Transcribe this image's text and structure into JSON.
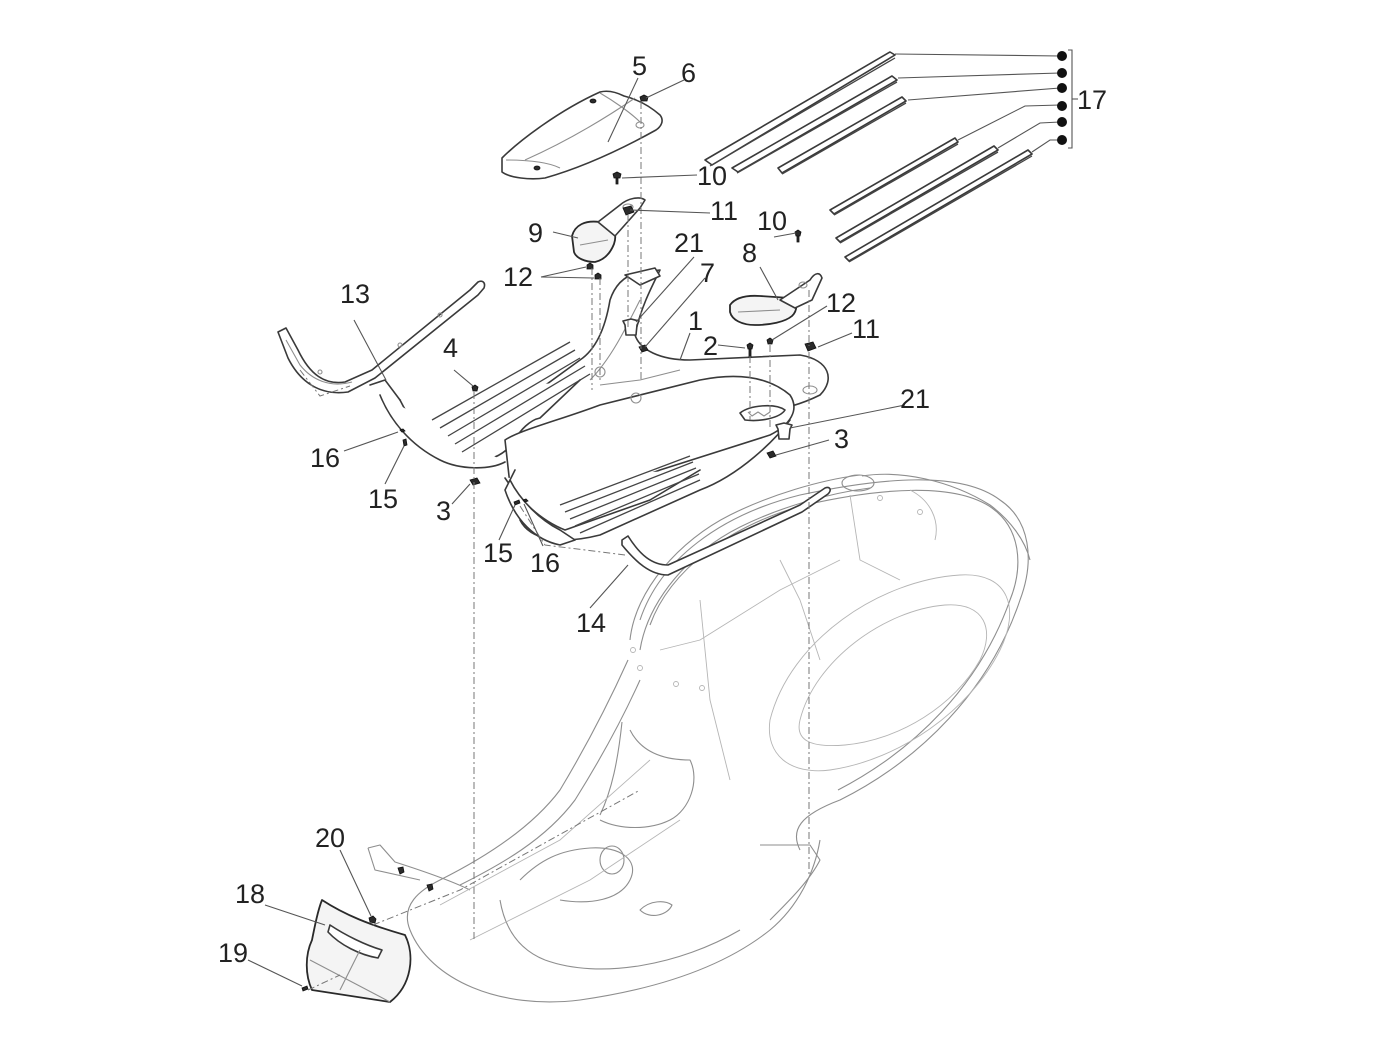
{
  "diagram": {
    "title": "Scooter floor panel / footrest exploded parts diagram",
    "colors": {
      "line": "#3a3a3a",
      "background": "#ffffff",
      "label": "#222222"
    },
    "callouts": [
      {
        "id": "c5",
        "label": "5"
      },
      {
        "id": "c6",
        "label": "6"
      },
      {
        "id": "c10a",
        "label": "10"
      },
      {
        "id": "c11a",
        "label": "11"
      },
      {
        "id": "c9",
        "label": "9"
      },
      {
        "id": "c21a",
        "label": "21"
      },
      {
        "id": "c12a",
        "label": "12"
      },
      {
        "id": "c7",
        "label": "7"
      },
      {
        "id": "c10b",
        "label": "10"
      },
      {
        "id": "c8",
        "label": "8"
      },
      {
        "id": "c12b",
        "label": "12"
      },
      {
        "id": "c13",
        "label": "13"
      },
      {
        "id": "c1",
        "label": "1"
      },
      {
        "id": "c2",
        "label": "2"
      },
      {
        "id": "c11b",
        "label": "11"
      },
      {
        "id": "c4",
        "label": "4"
      },
      {
        "id": "c21b",
        "label": "21"
      },
      {
        "id": "c3a",
        "label": "3"
      },
      {
        "id": "c16a",
        "label": "16"
      },
      {
        "id": "c15a",
        "label": "15"
      },
      {
        "id": "c3b",
        "label": "3"
      },
      {
        "id": "c15b",
        "label": "15"
      },
      {
        "id": "c16b",
        "label": "16"
      },
      {
        "id": "c14",
        "label": "14"
      },
      {
        "id": "c17",
        "label": "17"
      },
      {
        "id": "c20",
        "label": "20"
      },
      {
        "id": "c18",
        "label": "18"
      },
      {
        "id": "c19",
        "label": "19"
      }
    ],
    "parts": [
      {
        "number": "1",
        "name": "floor-panel"
      },
      {
        "number": "2",
        "name": "screw"
      },
      {
        "number": "3",
        "name": "clip-nut"
      },
      {
        "number": "4",
        "name": "screw"
      },
      {
        "number": "5",
        "name": "central-tunnel-cover"
      },
      {
        "number": "6",
        "name": "screw"
      },
      {
        "number": "7",
        "name": "clip-nut"
      },
      {
        "number": "8",
        "name": "right-footrest-bracket"
      },
      {
        "number": "9",
        "name": "left-footrest-bracket"
      },
      {
        "number": "10",
        "name": "screw"
      },
      {
        "number": "11",
        "name": "clip-nut"
      },
      {
        "number": "12",
        "name": "screw"
      },
      {
        "number": "13",
        "name": "left-side-trim"
      },
      {
        "number": "14",
        "name": "right-side-trim"
      },
      {
        "number": "15",
        "name": "screw"
      },
      {
        "number": "16",
        "name": "washer"
      },
      {
        "number": "17",
        "name": "footrest-rubber-strips"
      },
      {
        "number": "18",
        "name": "front-spoiler-cover"
      },
      {
        "number": "19",
        "name": "screw"
      },
      {
        "number": "20",
        "name": "clip-nut"
      },
      {
        "number": "21",
        "name": "rubber-plug"
      }
    ]
  }
}
